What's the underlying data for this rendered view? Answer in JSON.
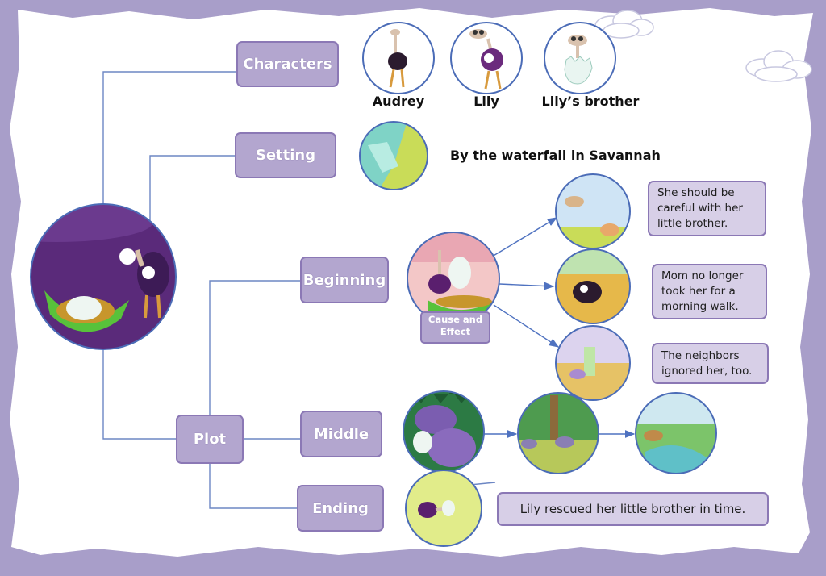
{
  "characters": {
    "label": "Characters",
    "names": [
      "Audrey",
      "Lily",
      "Lily’s brother"
    ]
  },
  "setting": {
    "label": "Setting",
    "description": "By the waterfall in Savannah"
  },
  "plot": {
    "label": "Plot",
    "beginning": {
      "label": "Beginning",
      "tag": "Cause and\nEffect",
      "effects": [
        "She should be\ncareful with her\nlittle brother.",
        "Mom no longer\ntook her for a\nmorning walk.",
        "The neighbors\nignored her, too."
      ]
    },
    "middle": {
      "label": "Middle"
    },
    "ending": {
      "label": "Ending",
      "description": "Lily rescued her little brother in time."
    }
  },
  "colors": {
    "frame": "#a89ec9",
    "node_fill": "#b3a6cf",
    "node_border": "#8b78b5",
    "connector": "#6d87c4"
  }
}
